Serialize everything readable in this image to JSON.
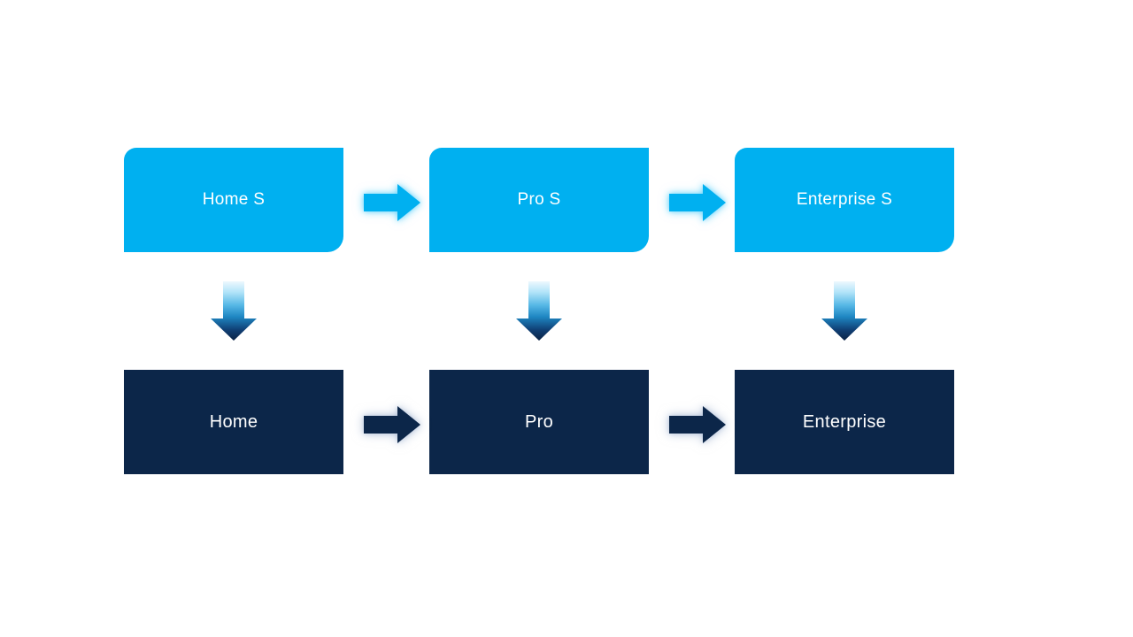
{
  "colors": {
    "background": "#ffffff",
    "light_blue": "#00b0f0",
    "dark_navy": "#0c2649",
    "box_text": "#ffffff",
    "glow_light": "rgba(64,200,250,0.55)",
    "glow_dark": "rgba(160,178,208,0.60)"
  },
  "diagram": {
    "type": "process-flow",
    "tiers": {
      "top_style": "rounded-cyan",
      "bottom_style": "rectangular-navy"
    },
    "columns": [
      {
        "top": {
          "label": "Home S"
        },
        "bottom": {
          "label": "Home"
        }
      },
      {
        "top": {
          "label": "Pro S"
        },
        "bottom": {
          "label": "Pro"
        }
      },
      {
        "top": {
          "label": "Enterprise S"
        },
        "bottom": {
          "label": "Enterprise"
        }
      }
    ],
    "flows": {
      "top_row": [
        "Home S",
        "Pro S",
        "Enterprise S"
      ],
      "bottom_row": [
        "Home",
        "Pro",
        "Enterprise"
      ],
      "vertical": [
        [
          "Home S",
          "Home"
        ],
        [
          "Pro S",
          "Pro"
        ],
        [
          "Enterprise S",
          "Enterprise"
        ]
      ]
    },
    "icons": {
      "horizontal_connector": "right-arrow-icon",
      "vertical_connector": "down-arrow-icon"
    }
  }
}
